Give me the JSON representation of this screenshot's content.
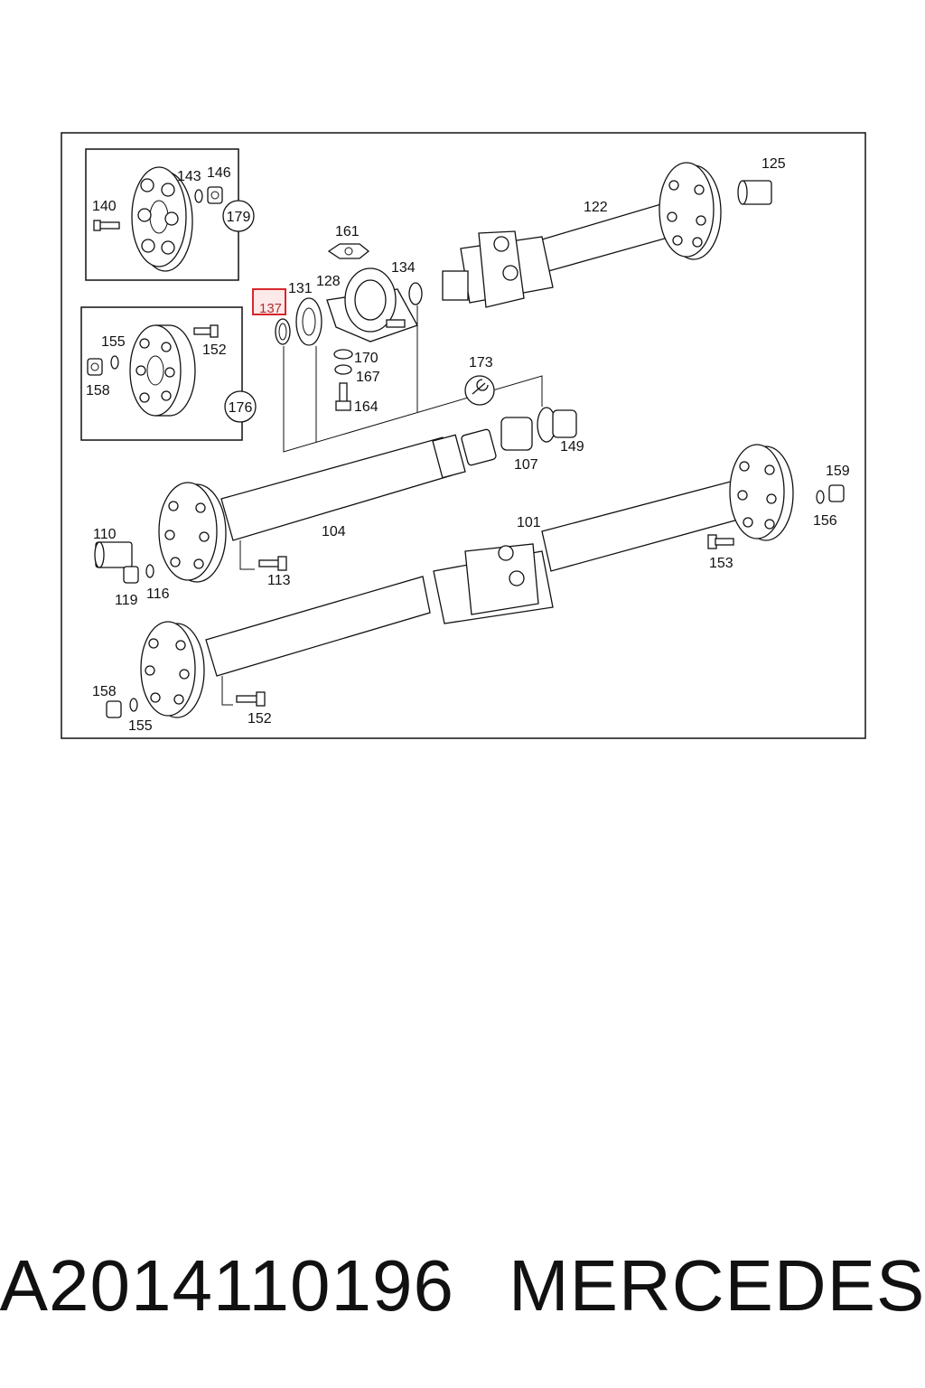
{
  "caption": {
    "part_number": "A2014110196",
    "brand": "MERCEDES"
  },
  "highlight": {
    "label": "137",
    "color": "#d8272d"
  },
  "labels": {
    "l101": "101",
    "l104": "104",
    "l107": "107",
    "l110": "110",
    "l113": "113",
    "l116": "116",
    "l119": "119",
    "l122": "122",
    "l125": "125",
    "l128": "128",
    "l131": "131",
    "l134": "134",
    "l140": "140",
    "l143": "143",
    "l146": "146",
    "l149": "149",
    "l152a": "152",
    "l152b": "152",
    "l153": "153",
    "l155a": "155",
    "l155b": "155",
    "l156": "156",
    "l158a": "158",
    "l158b": "158",
    "l159": "159",
    "l161": "161",
    "l164": "164",
    "l167": "167",
    "l170": "170",
    "l173": "173",
    "l176": "176",
    "l179": "179"
  }
}
